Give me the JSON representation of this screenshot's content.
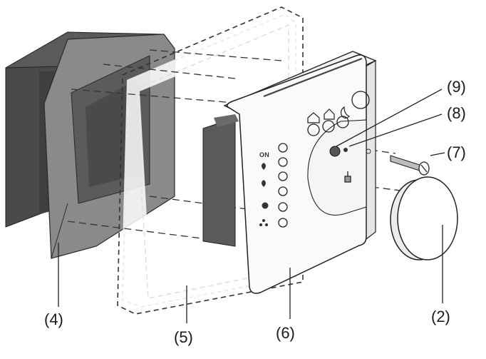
{
  "labels": {
    "box": "(4)",
    "frame": "(5)",
    "insert": "(6)",
    "knob": "(2)",
    "screw": "(7)",
    "dot": "(8)",
    "led": "(9)"
  },
  "panel": {
    "on_label": "ON"
  },
  "colors": {
    "box_dark": "#4d4d4d",
    "box_side": "#5e5e5e",
    "plate": "#8c8c8c",
    "white": "#ffffff",
    "line": "#333333"
  }
}
